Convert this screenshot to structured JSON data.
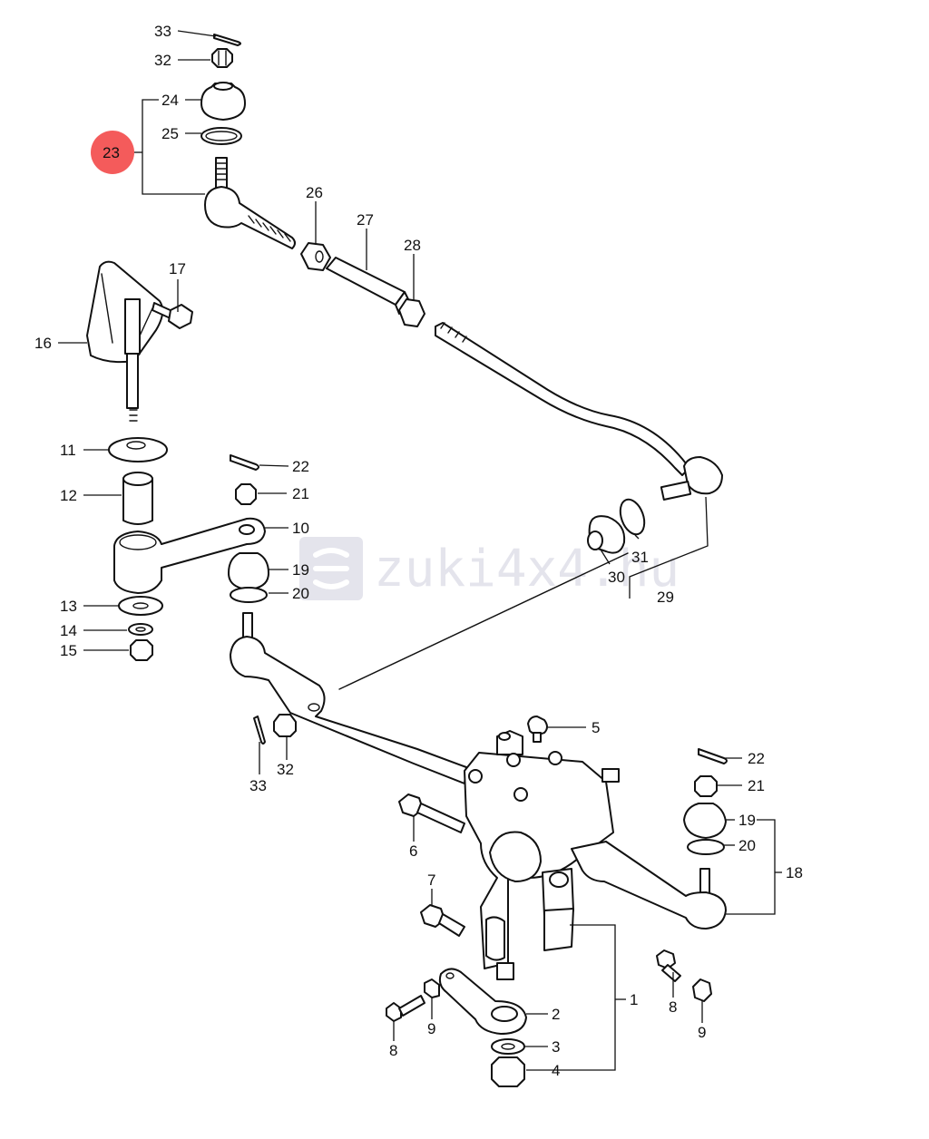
{
  "watermark": {
    "text": "zuki4x4.hu",
    "color": "#e4e4ec"
  },
  "highlight": {
    "label": "23",
    "color": "#f45b5b"
  },
  "labels": {
    "l33a": "33",
    "l32a": "32",
    "l24": "24",
    "l25": "25",
    "l26": "26",
    "l27": "27",
    "l28": "28",
    "l17": "17",
    "l16": "16",
    "l11": "11",
    "l12": "12",
    "l22a": "22",
    "l21a": "21",
    "l10": "10",
    "l19a": "19",
    "l20a": "20",
    "l13": "13",
    "l14": "14",
    "l15": "15",
    "l31": "31",
    "l30": "30",
    "l29": "29",
    "l5": "5",
    "l33b": "33",
    "l32b": "32",
    "l22b": "22",
    "l21b": "21",
    "l19b": "19",
    "l20b": "20",
    "l18": "18",
    "l6": "6",
    "l7": "7",
    "l1": "1",
    "l8a": "8",
    "l9a": "9",
    "l2": "2",
    "l3": "3",
    "l4": "4",
    "l8b": "8",
    "l9b": "9"
  }
}
